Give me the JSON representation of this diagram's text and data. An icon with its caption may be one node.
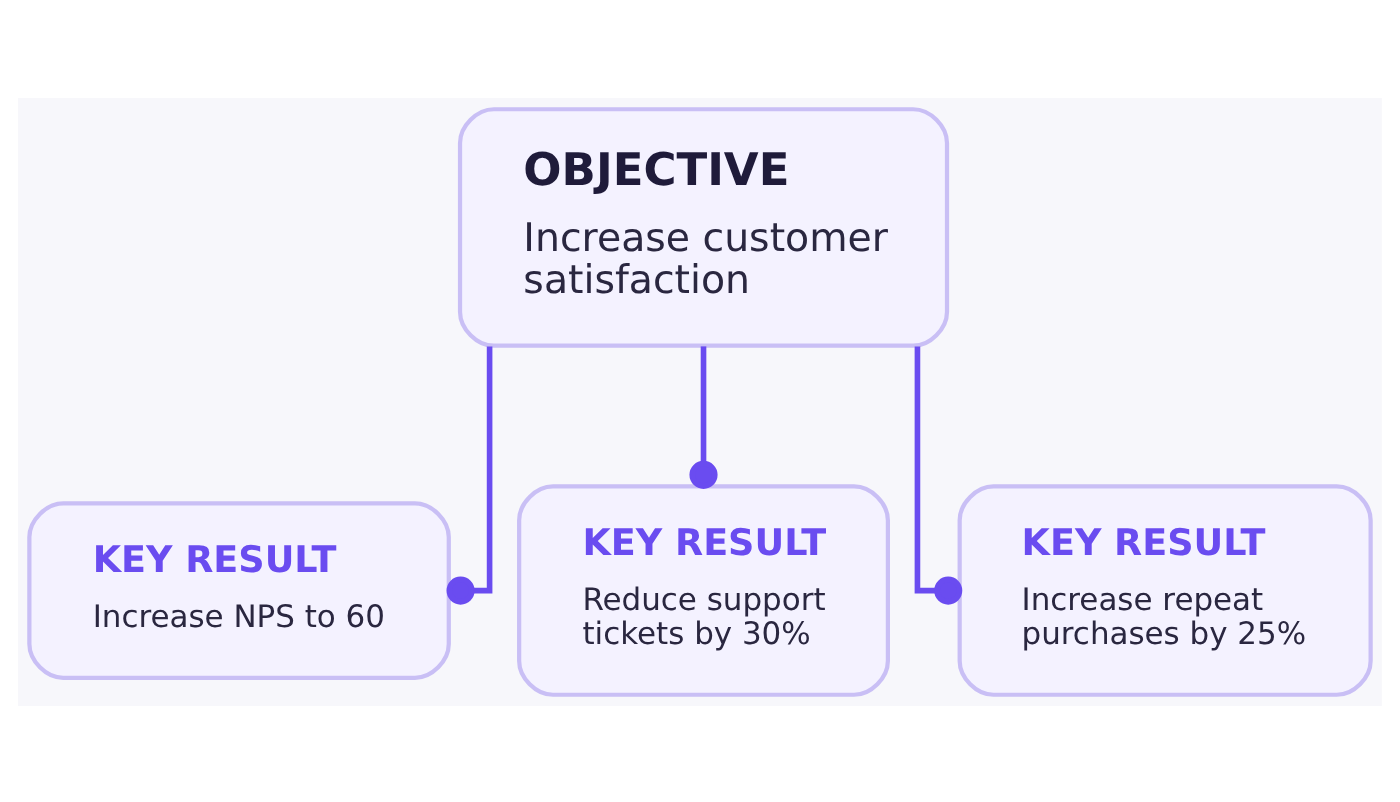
{
  "diagram": {
    "nodes": [
      {
        "text": [
          "OBJECTIVE",
          "Increase customer satisfaction"
        ]
      },
      {
        "text": [
          "KEY RESULT",
          "Increase NPS to 60"
        ]
      },
      {
        "text": [
          "KEY RESULT",
          "Reduce support tickets by 30%"
        ]
      },
      {
        "text": [
          "KEY RESULT",
          "Increase repeat purchases by 25%"
        ]
      }
    ],
    "edges": [
      {
        "from": 0,
        "to": 1,
        "arrow": "other"
      },
      {
        "from": 0,
        "to": 2,
        "arrow": "other"
      },
      {
        "from": 0,
        "to": 3,
        "arrow": "other"
      }
    ]
  }
}
